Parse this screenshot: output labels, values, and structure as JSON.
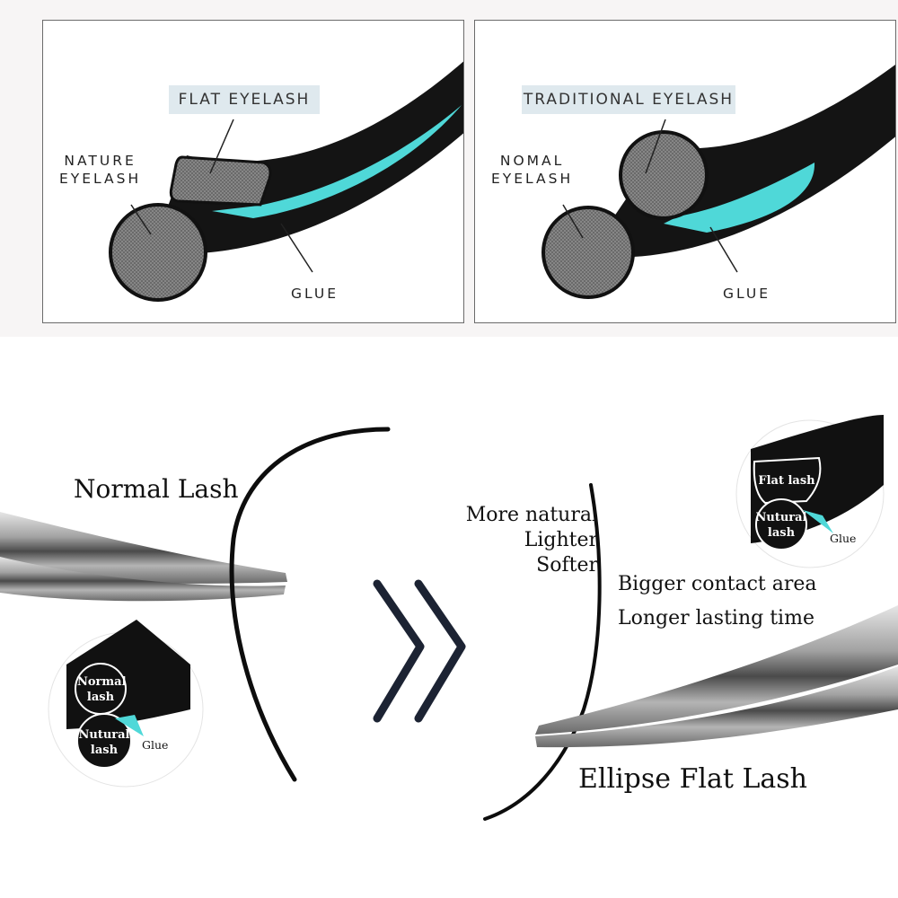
{
  "panels": {
    "flat": {
      "tag": "FLAT  EYELASH",
      "side_label_line1": "NATURE",
      "side_label_line2": "EYELASH",
      "glue": "GLUE"
    },
    "traditional": {
      "tag": "TRADITIONAL EYELASH",
      "side_label_line1": "NOMAL",
      "side_label_line2": "EYELASH",
      "glue": "GLUE"
    }
  },
  "comparison": {
    "normal_title": "Normal Lash",
    "flat_title": "Ellipse Flat Lash",
    "benefits_left": [
      "More natural",
      "Lighter",
      "Softer"
    ],
    "benefits_right": [
      "Bigger contact area",
      "Longer lasting time"
    ],
    "normal_inset": {
      "upper_line1": "Normal",
      "upper_line2": "lash",
      "lower_line1": "Nutural",
      "lower_line2": "lash",
      "glue": "Glue"
    },
    "flat_inset": {
      "upper": "Flat lash",
      "lower_line1": "Nutural",
      "lower_line2": "lash",
      "glue": "Glue"
    }
  },
  "colors": {
    "glue": "#4fd8d8",
    "lash": "#111111",
    "hair_fill": "#8a8a8a",
    "tag_bg": "#dfe9ee",
    "arrow": "#1c2333"
  },
  "icons": [
    "double-chevron-right-icon",
    "tweezers-icon"
  ]
}
